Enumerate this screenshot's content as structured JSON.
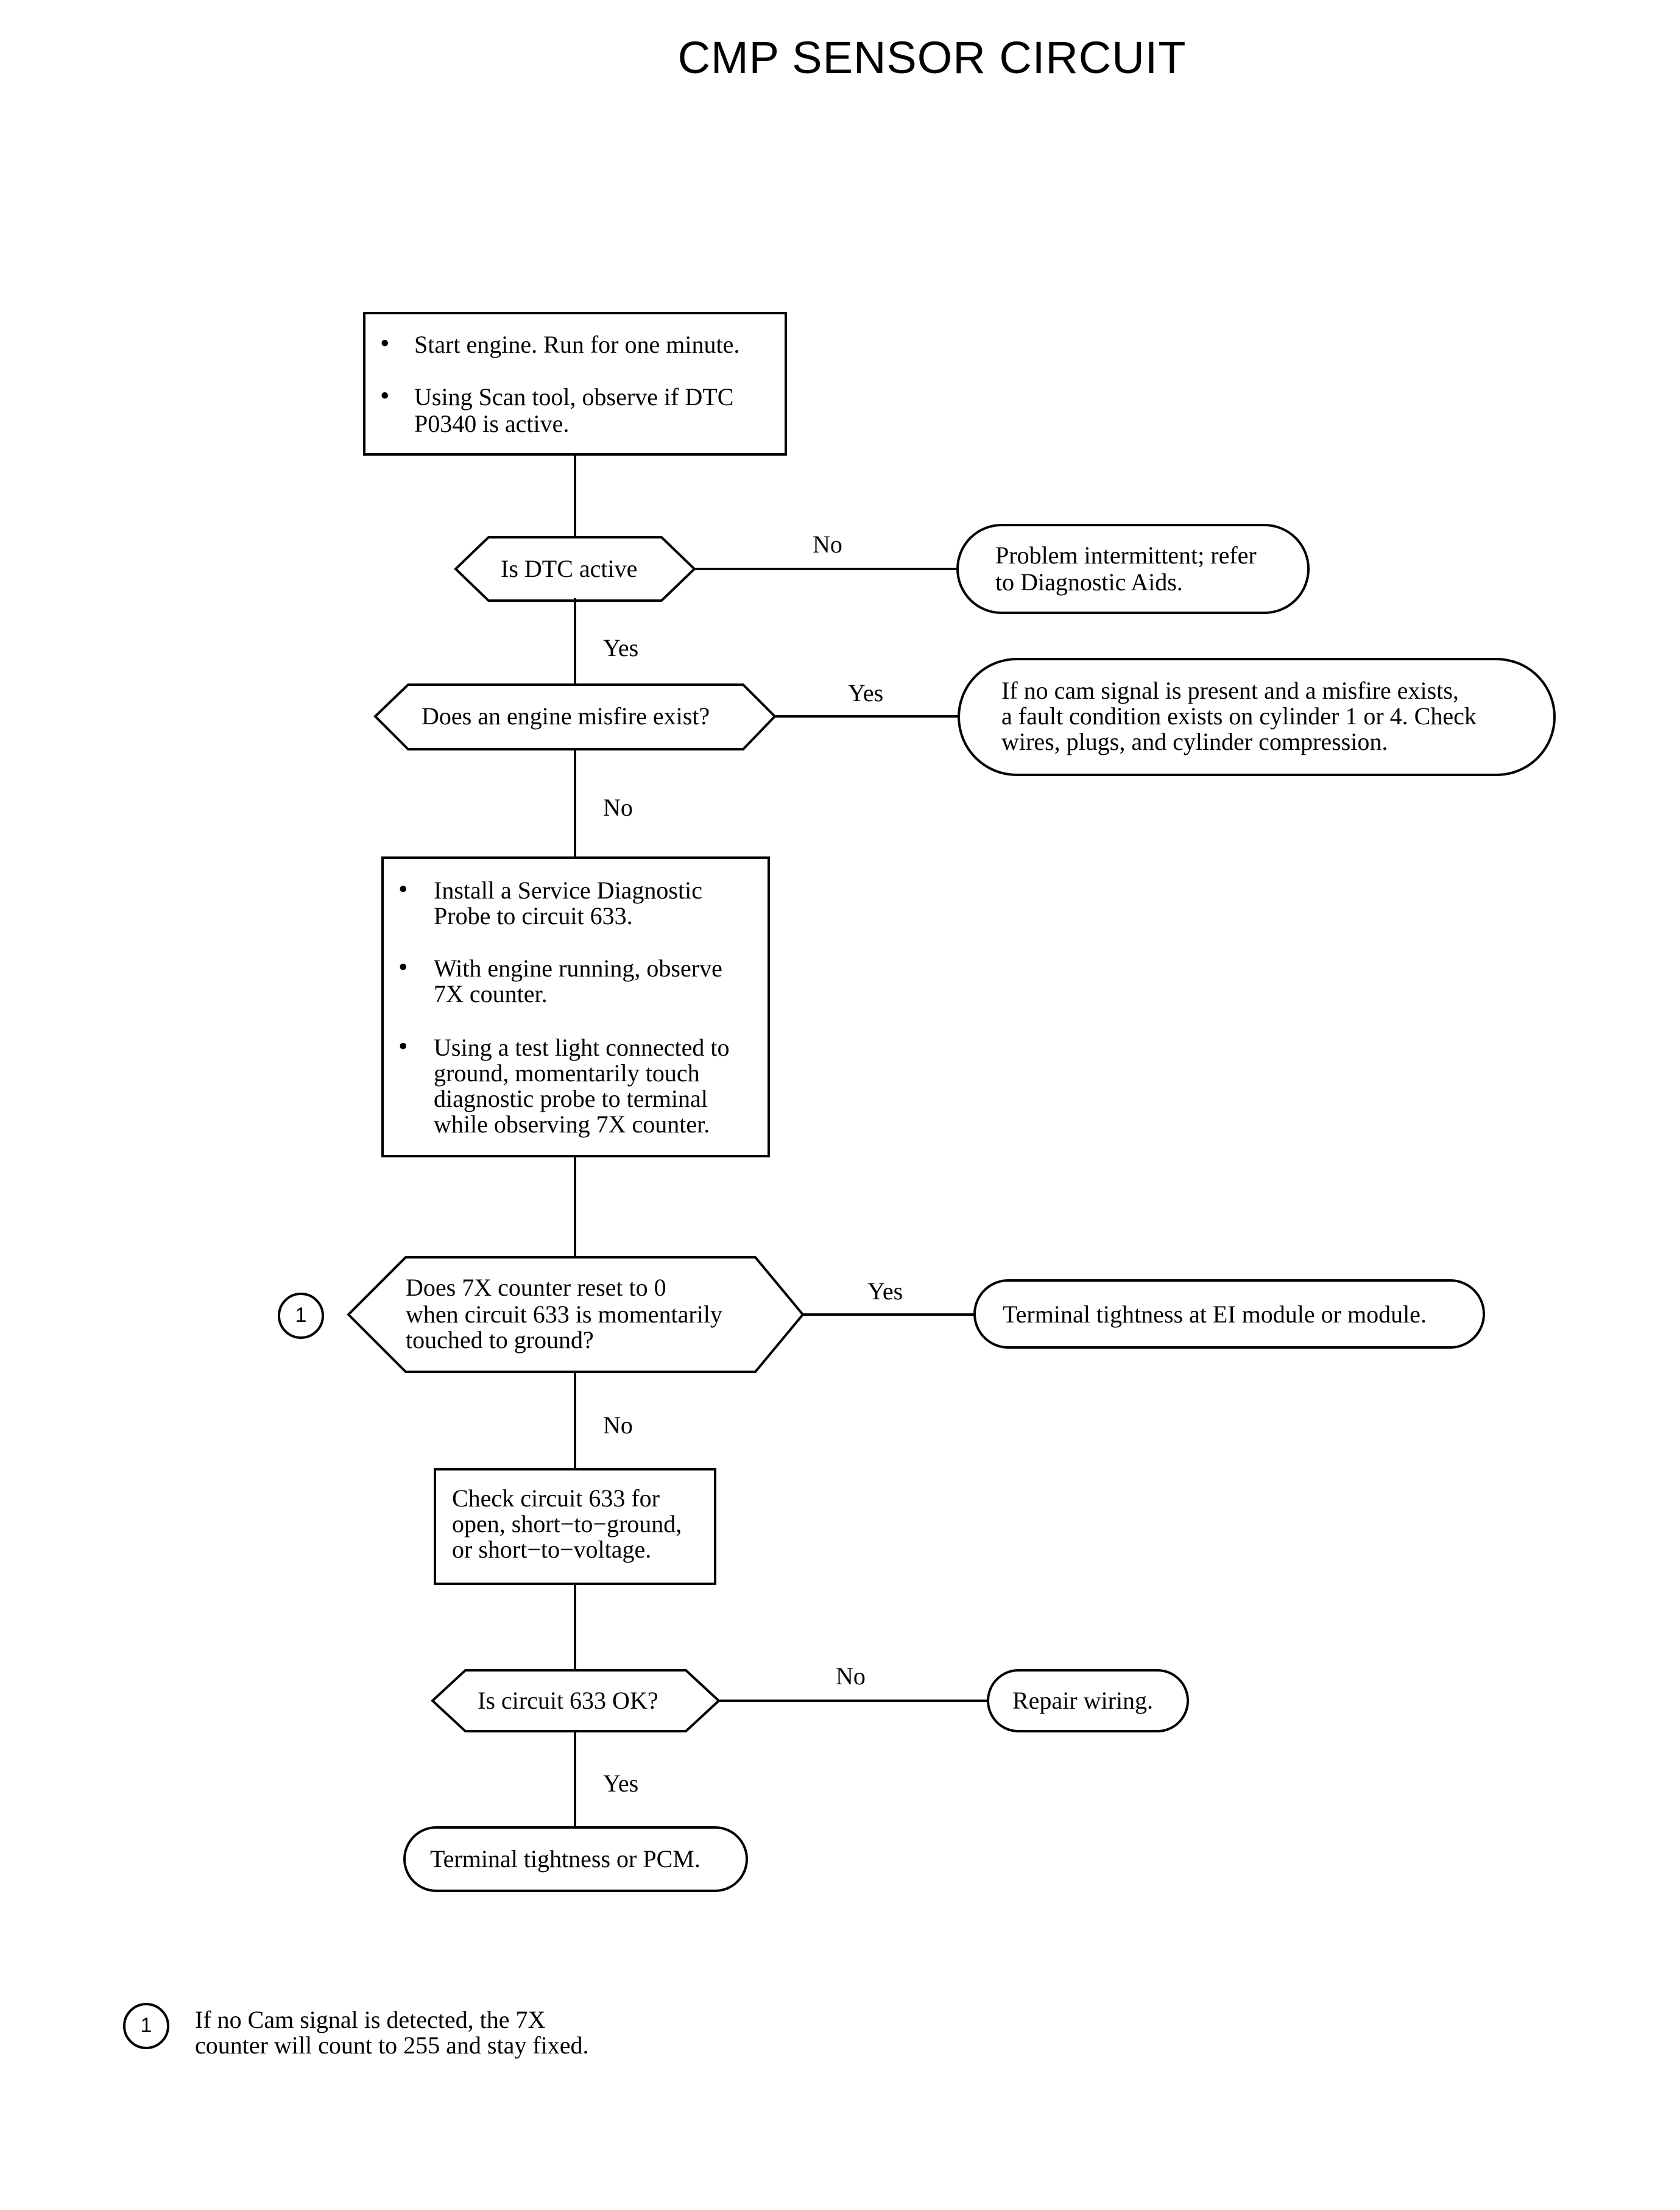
{
  "title": "CMP SENSOR CIRCUIT",
  "step1": {
    "bullets": [
      "Start engine.  Run for one minute.",
      "Using Scan tool, observe if DTC",
      "P0340 is active."
    ]
  },
  "d1": {
    "question": "Is DTC active",
    "no_label": "No",
    "yes_label": "Yes"
  },
  "r1": {
    "lines": [
      "Problem intermittent; refer",
      "to Diagnostic Aids."
    ]
  },
  "d2": {
    "question": "Does an engine misfire exist?",
    "yes_label": "Yes",
    "no_label": "No"
  },
  "r2": {
    "lines": [
      "If no cam signal is present and a misfire exists,",
      "a fault condition exists on cylinder 1 or 4. Check",
      "wires, plugs, and cylinder compression."
    ]
  },
  "step2": {
    "lines": [
      "Install a Service Diagnostic",
      "Probe to circuit 633.",
      "With engine running, observe",
      "7X counter.",
      "Using a test light connected to",
      "ground, momentarily touch",
      "diagnostic probe to terminal",
      "while observing 7X counter."
    ]
  },
  "d3": {
    "lines": [
      "Does 7X counter reset to 0",
      "when circuit 633 is momentarily",
      "touched to ground?"
    ],
    "yes_label": "Yes",
    "no_label": "No",
    "marker": "1"
  },
  "r3": {
    "text": "Terminal tightness at EI module or module."
  },
  "step3": {
    "lines": [
      "Check circuit 633 for",
      "open, short−to−ground,",
      "or short−to−voltage."
    ]
  },
  "d4": {
    "question": "Is circuit 633 OK?",
    "no_label": "No",
    "yes_label": "Yes"
  },
  "r4": {
    "text": "Repair wiring."
  },
  "end": {
    "text": "Terminal tightness or PCM."
  },
  "footnote": {
    "marker": "1",
    "lines": [
      "If no Cam signal is detected, the 7X",
      "counter will count to 255 and stay fixed."
    ]
  }
}
